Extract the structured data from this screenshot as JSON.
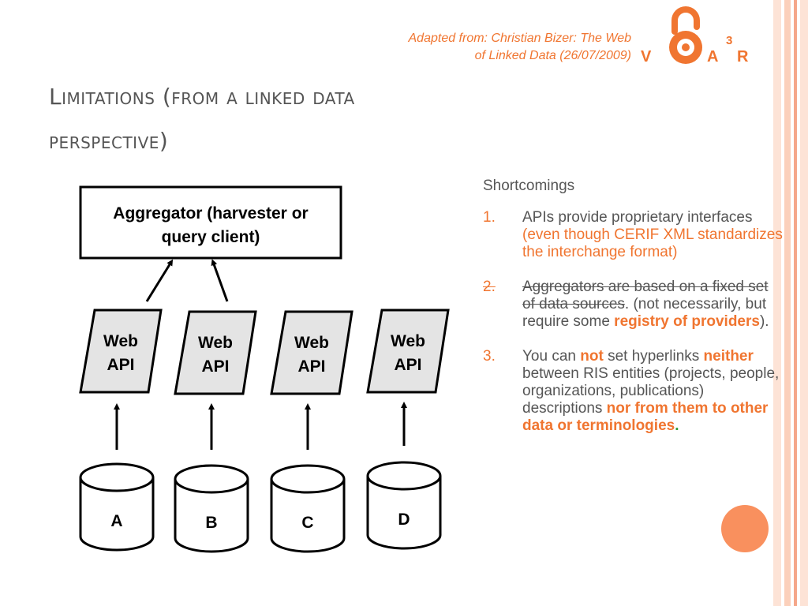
{
  "credit": {
    "line1": "Adapted from: Christian Bizer: The Web",
    "line2": "of Linked Data (26/07/2009)"
  },
  "logo": {
    "letters": [
      "V",
      "A",
      "R"
    ],
    "superscript": "3",
    "accent_color": "#f07530"
  },
  "title": {
    "line1": "Limitations (from a linked data",
    "line2": "perspective)"
  },
  "diagram": {
    "aggregator": {
      "line1": "Aggregator (harvester or",
      "line2": "query client)"
    },
    "apis": [
      {
        "line1": "Web",
        "line2": "API"
      },
      {
        "line1": "Web",
        "line2": "API"
      },
      {
        "line1": "Web",
        "line2": "API"
      },
      {
        "line1": "Web",
        "line2": "API"
      }
    ],
    "sources": [
      "A",
      "B",
      "C",
      "D"
    ]
  },
  "shortcomings": {
    "heading": "Shortcomings",
    "items": [
      {
        "num": "1.",
        "text": "APIs provide proprietary interfaces",
        "note": "(even though CERIF XML standardizes the interchange format)"
      },
      {
        "num": "2.",
        "struck": "Aggregators are based on a fixed set of data sources",
        "text_after": ".  (not necessarily, but require some",
        "highlight": "registry of providers",
        "text_end": ")."
      },
      {
        "num": "3.",
        "text_a": "You can",
        "hl_not": "not",
        "text_b": "set hyperlinks",
        "hl_neither": "neither",
        "text_c": "between RIS entities (projects, people, organizations, publications) descriptions",
        "hl_nor": "nor from them to other data or terminologies",
        "period": "."
      }
    ]
  },
  "colors": {
    "accent": "#f07530",
    "text": "#555555",
    "api_fill": "#e4e4e4",
    "green": "#2e9b3a"
  }
}
